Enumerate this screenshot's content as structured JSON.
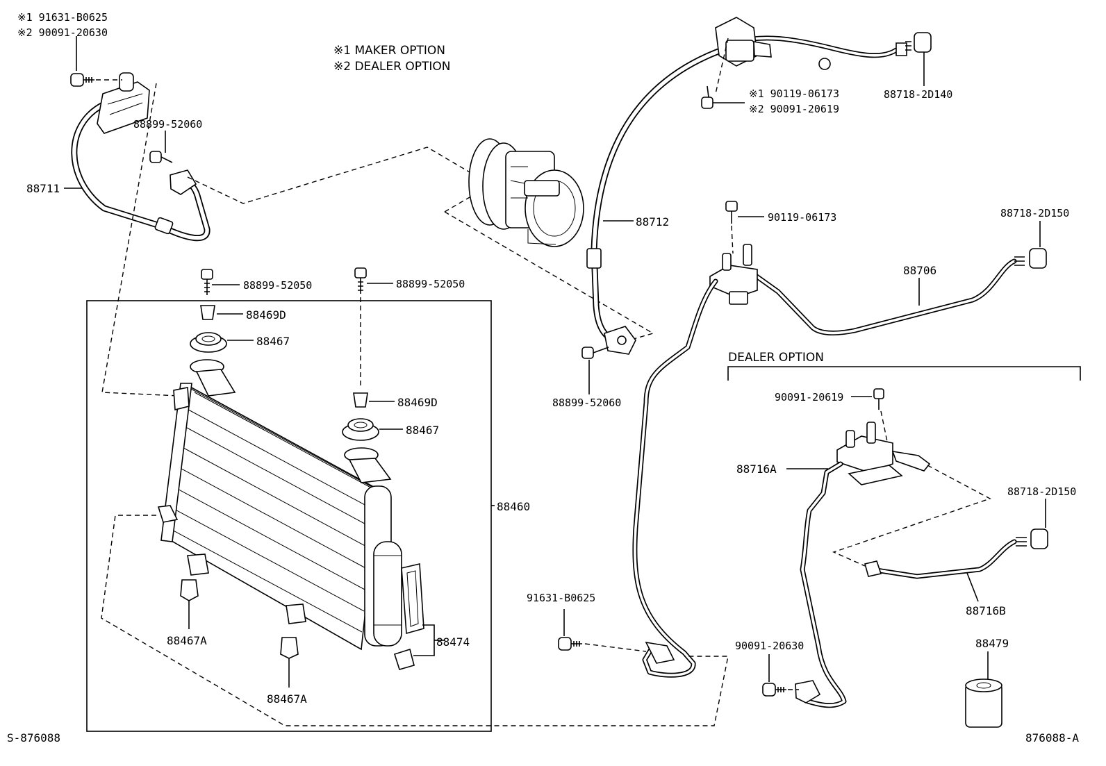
{
  "legend": {
    "maker": "※1 MAKER OPTION",
    "dealer": "※2 DEALER OPTION"
  },
  "section": {
    "dealer_option": "DEALER OPTION"
  },
  "footer": {
    "left": "S-876088",
    "right": "876088-A"
  },
  "labels": {
    "tl_opt1": "※1 91631-B0625",
    "tl_opt2": "※2 90091-20630",
    "p88711": "88711",
    "p88899_52060_a": "88899-52060",
    "p88899_52050_a": "88899-52050",
    "p88899_52050_b": "88899-52050",
    "p88469D_a": "88469D",
    "p88467_a": "88467",
    "p88469D_b": "88469D",
    "p88467_b": "88467",
    "p88460": "88460",
    "p88467A_a": "88467A",
    "p88467A_b": "88467A",
    "p88474": "88474",
    "p88712": "88712",
    "p88899_52060_b": "88899-52060",
    "tr_opt1": "※1 90119-06173",
    "tr_opt2": "※2 90091-20619",
    "p88718_2D140": "88718-2D140",
    "p90119_06173": "90119-06173",
    "p88706": "88706",
    "p88718_2D150_a": "88718-2D150",
    "p90091_20619": "90091-20619",
    "p88716A": "88716A",
    "p88718_2D150_b": "88718-2D150",
    "p88716B": "88716B",
    "p88479": "88479",
    "p91631_B0625": "91631-B0625",
    "p90091_20630": "90091-20630"
  }
}
